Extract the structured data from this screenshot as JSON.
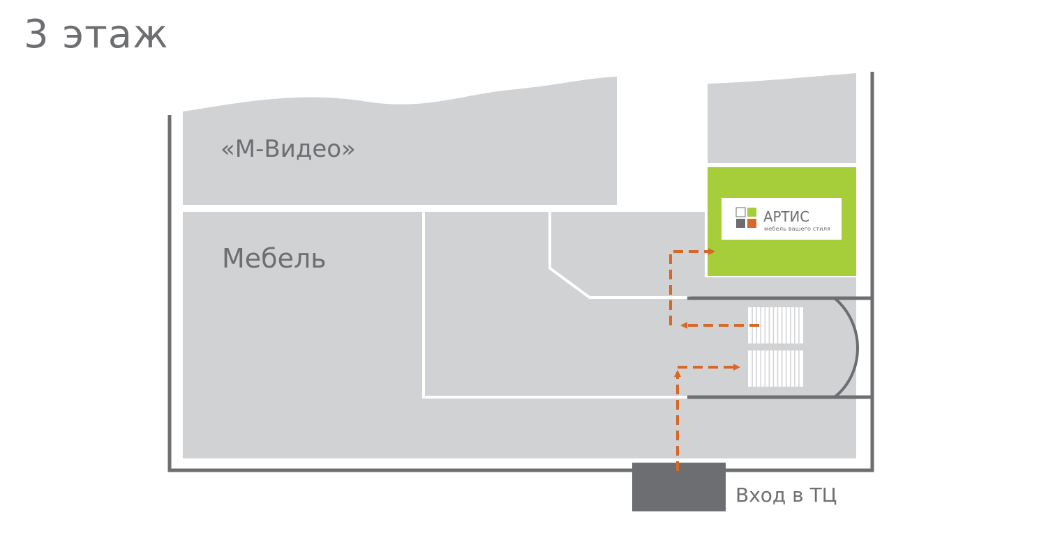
{
  "floor_title": "3 этаж",
  "stores": {
    "mvideo": "«М-Видео»",
    "mebel": "Мебель"
  },
  "artis": {
    "name": "АРТИС",
    "tagline": "мебель вашего стиля"
  },
  "entrance_label": "Вход в ТЦ",
  "colors": {
    "wall": "#6d6e71",
    "zone": "#d1d2d4",
    "highlight": "#a6cd3a",
    "route": "#d4692a",
    "logo_orange": "#d4692a",
    "logo_gray": "#6d6e71"
  },
  "icons": {
    "route": "dashed-route-arrow",
    "escalator": "escalator-steps",
    "logo": "artis-squares-logo"
  }
}
